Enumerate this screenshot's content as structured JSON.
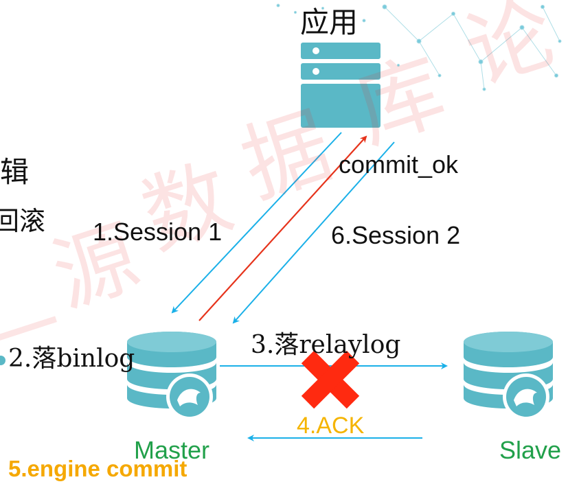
{
  "watermark": {
    "text": "一源数据库论",
    "color": "#e02020"
  },
  "nodes": {
    "app": {
      "label": "应用",
      "icon": "server-icon"
    },
    "master": {
      "label": "Master",
      "icon": "mysql-database-icon",
      "color": "#21a04a"
    },
    "slave": {
      "label": "Slave",
      "icon": "mysql-database-icon",
      "color": "#21a04a"
    }
  },
  "left_partial": {
    "line1": "辑",
    "line2": "回滚"
  },
  "steps": {
    "s1": "1.Session 1",
    "s2": "2.落binlog",
    "s3": "3.落relaylog",
    "s4": "4.ACK",
    "s5": "5.engine commit",
    "s6": "6.Session 2",
    "commit_ok": "commit_ok"
  },
  "colors": {
    "arrow_blue": "#1ab0e8",
    "arrow_red": "#e6331b",
    "ack_color": "#f5b400",
    "engine_commit_color": "#f5a800",
    "fail_mark": "#ff2a10",
    "icon_teal": "#5ab8c6"
  },
  "fail_mark": {
    "icon": "x-mark-icon"
  }
}
